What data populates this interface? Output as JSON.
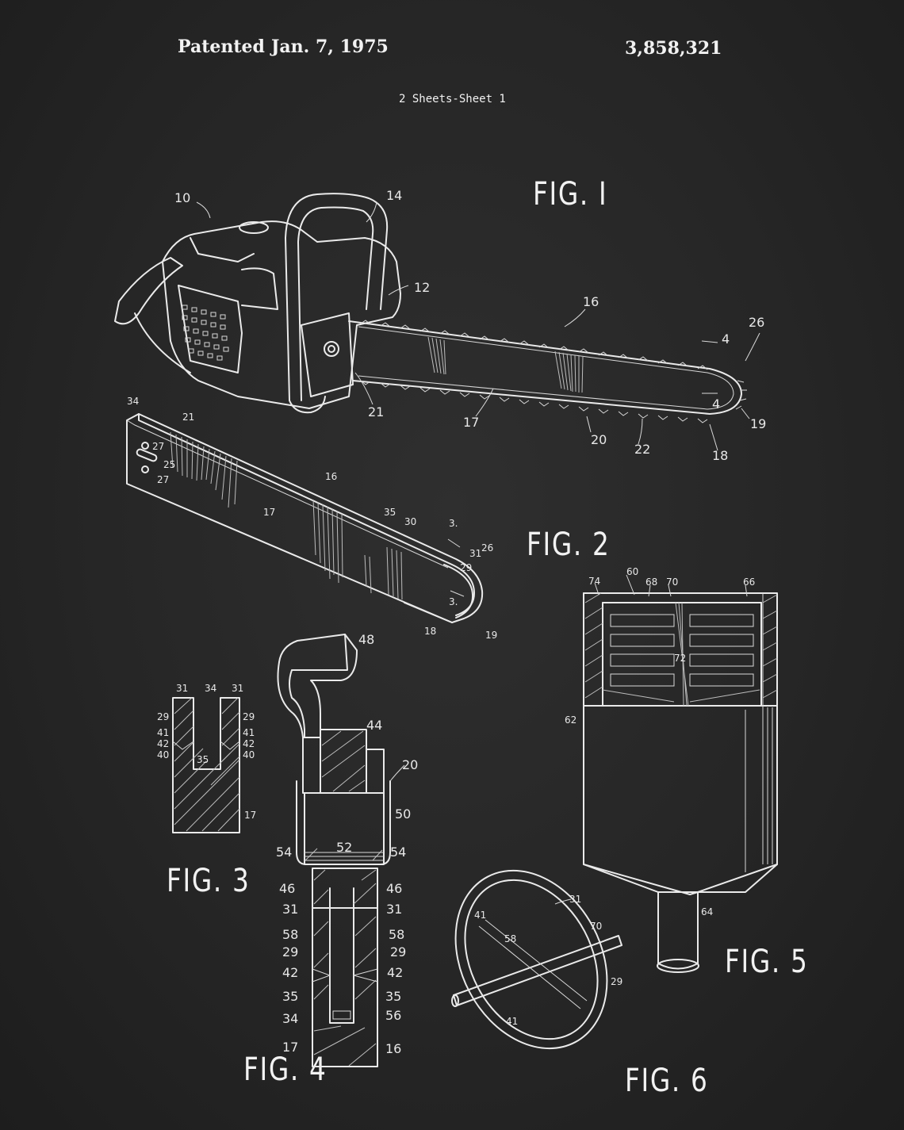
{
  "header": {
    "patented_label": "Patented",
    "date": "Jan. 7, 1975",
    "patent_number": "3,858,321",
    "sheet_note": "2 Sheets-Sheet 1"
  },
  "figures": {
    "fig1": "FIG. I",
    "fig2": "FIG. 2",
    "fig3": "FIG. 3",
    "fig4": "FIG. 4",
    "fig5": "FIG. 5",
    "fig6": "FIG. 6"
  },
  "colors": {
    "background": "#262626",
    "ink": "#f2f2f2"
  }
}
